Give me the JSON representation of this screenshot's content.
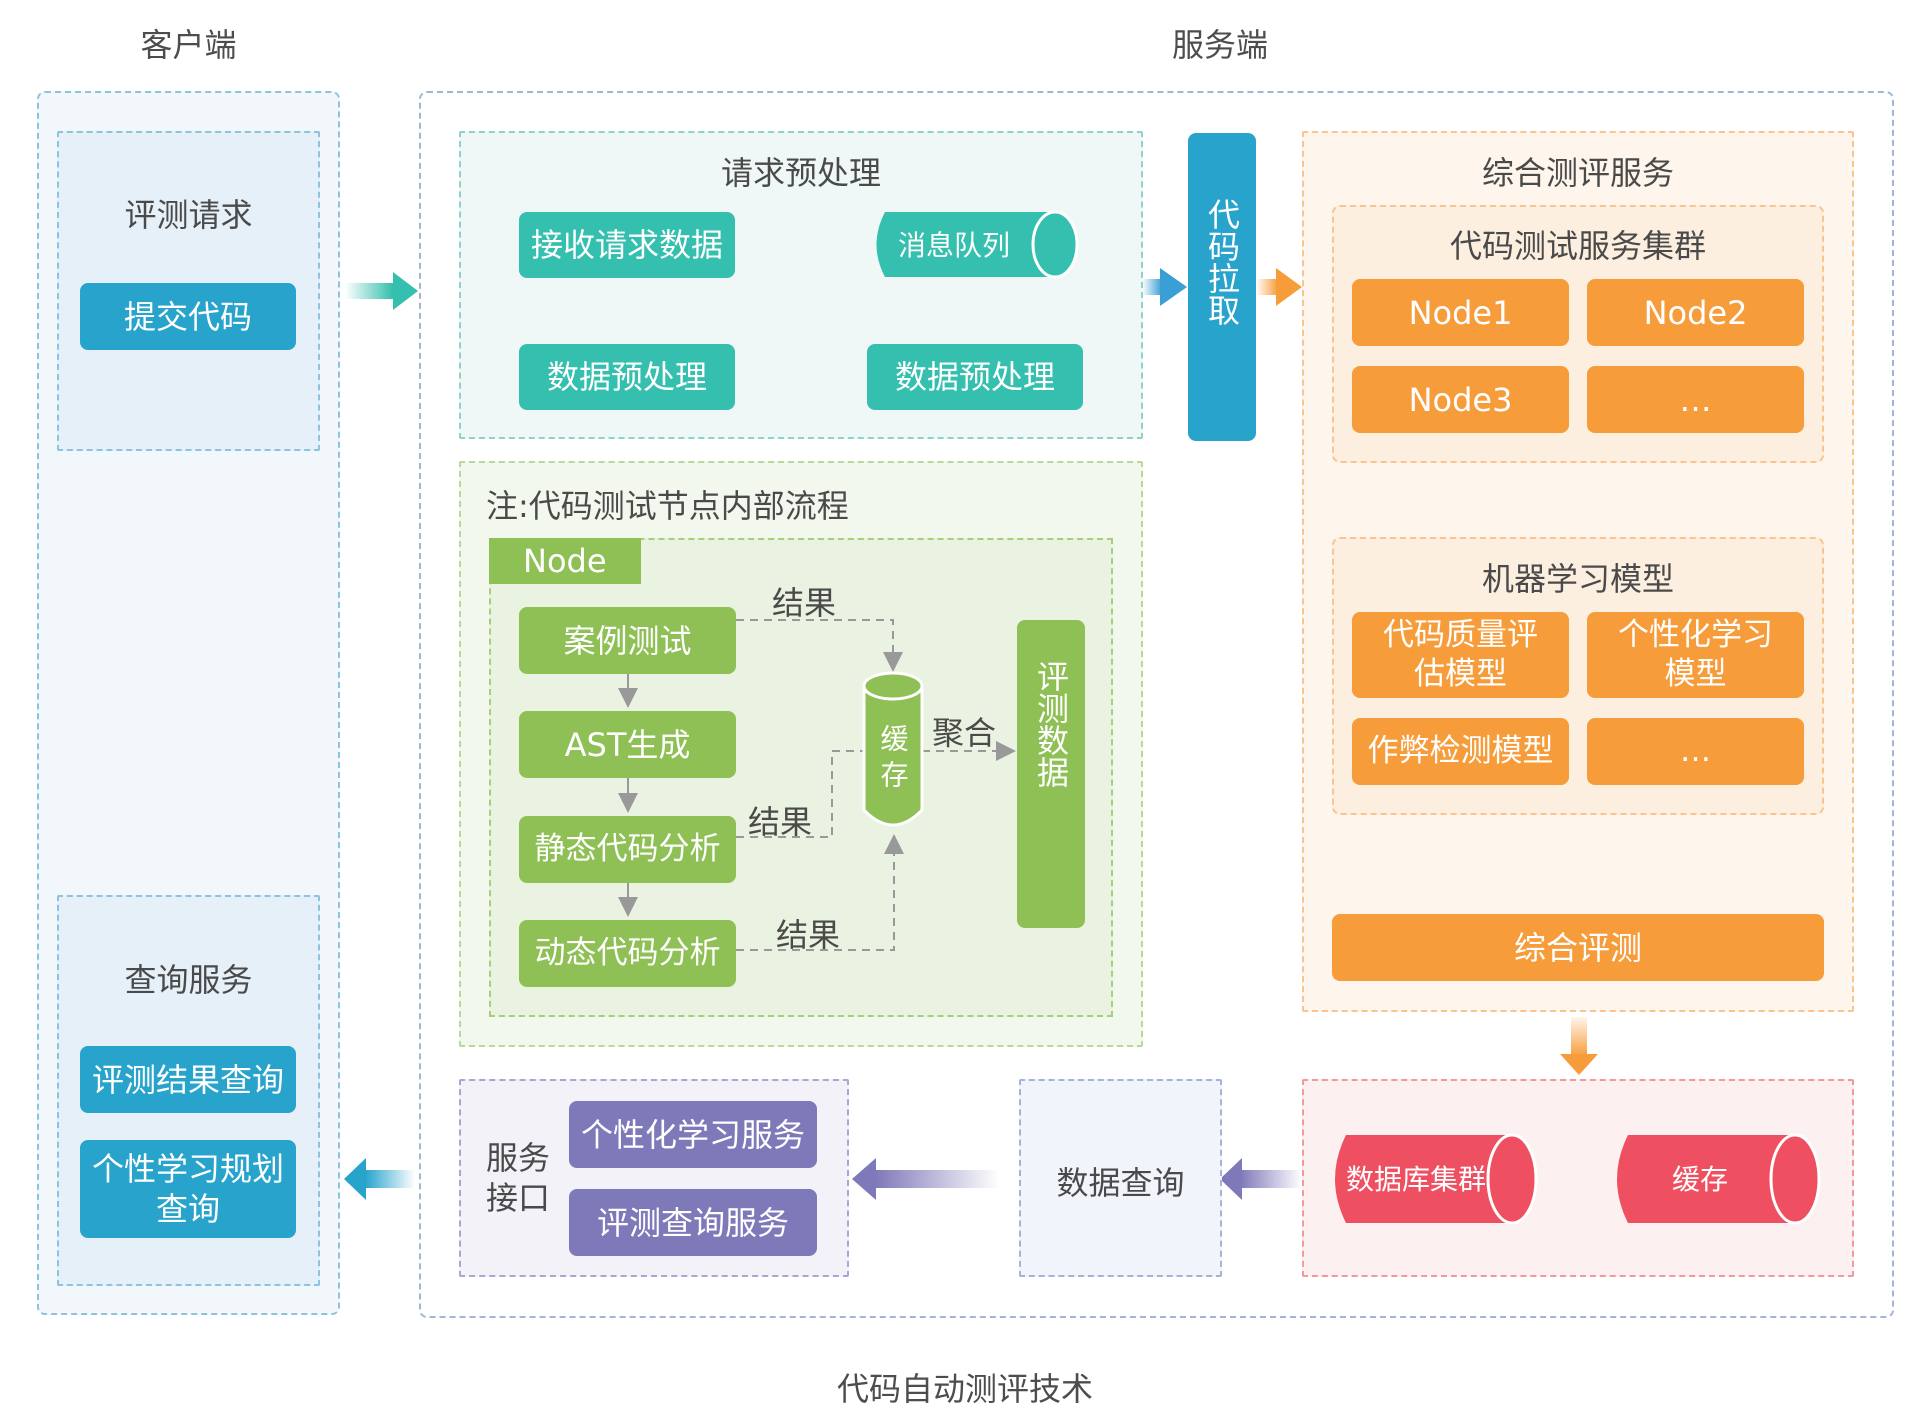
{
  "headers": {
    "client": "客户端",
    "server": "服务端"
  },
  "footer_title": "代码自动测评技术",
  "client": {
    "request_panel": {
      "title": "评测请求",
      "button": "提交代码"
    },
    "query_panel": {
      "title": "查询服务",
      "buttons": [
        "评测结果查询",
        "个性学习规划查询"
      ]
    }
  },
  "preprocess": {
    "title": "请求预处理",
    "steps": [
      "接收请求数据",
      "数据预处理",
      "数据预处理"
    ],
    "queue": "消息队列"
  },
  "pull_bar": "代码拉取",
  "evaluation_service": {
    "title": "综合测评服务",
    "cluster": {
      "title": "代码测试服务集群",
      "nodes": [
        "Node1",
        "Node2",
        "Node3",
        "…"
      ]
    },
    "ml": {
      "title": "机器学习模型",
      "models": [
        "代码质量评估模型",
        "个性化学习模型",
        "作弊检测模型",
        "…"
      ]
    },
    "final": "综合评测"
  },
  "node_flow": {
    "note": "注:代码测试节点内部流程",
    "tag": "Node",
    "steps": [
      "案例测试",
      "AST生成",
      "静态代码分析",
      "动态代码分析"
    ],
    "edge_labels": {
      "result": "结果",
      "aggregate": "聚合"
    },
    "cache": "缓存",
    "eval_data": "评测数据"
  },
  "storage": {
    "db": "数据库集群",
    "cache": "缓存"
  },
  "data_query": "数据查询",
  "service_interface": {
    "title": "服务接口",
    "services": [
      "个性化学习服务",
      "评测查询服务"
    ]
  },
  "colors": {
    "client_blue": "#27a3cc",
    "teal": "#35bfae",
    "green": "#8fc055",
    "orange": "#f79c3a",
    "red": "#ee5061",
    "purple": "#7e79b9"
  }
}
